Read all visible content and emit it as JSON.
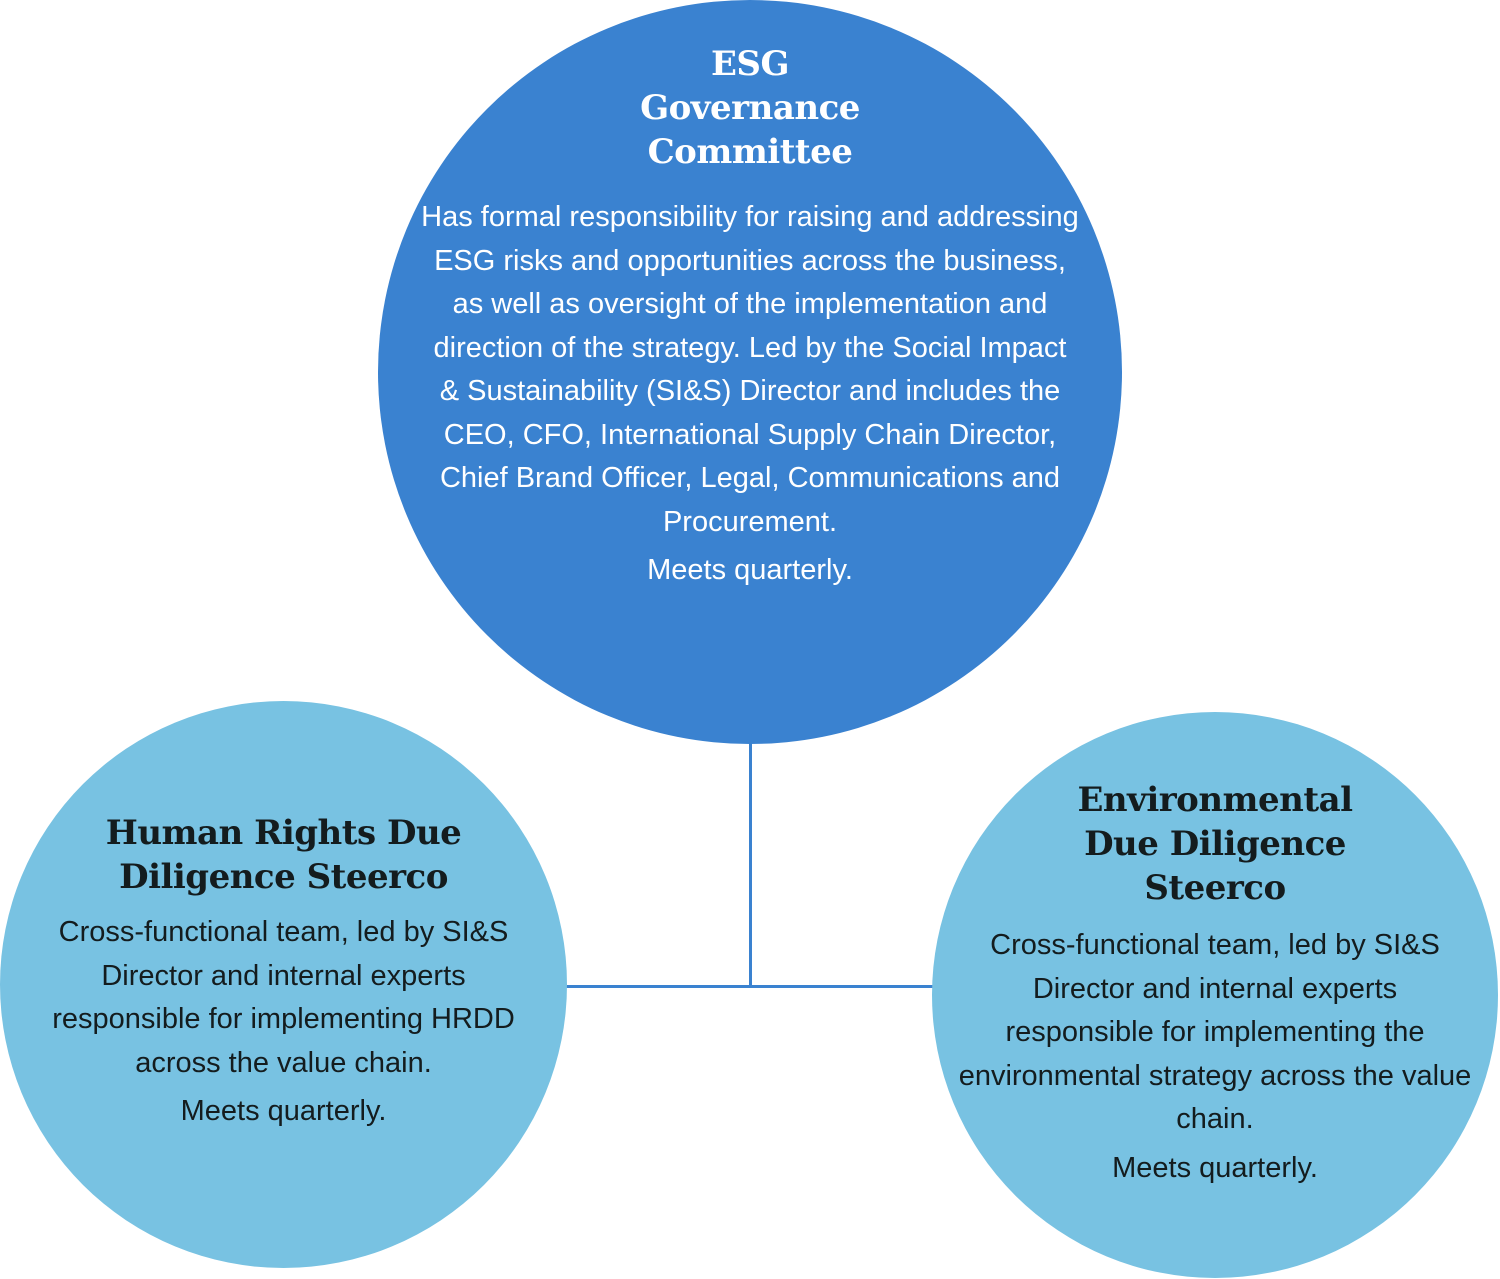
{
  "colors": {
    "primary": "#3a82d0",
    "secondary": "#78c2e2",
    "heading_dark": "#141c1e",
    "text_light": "#ffffff"
  },
  "nodes": {
    "top": {
      "title": "ESG Governance Committee",
      "title_lines": [
        "ESG",
        "Governance",
        "Committee"
      ],
      "description": "Has formal responsibility for raising and addressing ESG risks and opportunities across the business, as well as oversight of the implementation and direction of the strategy. Led by the Social Impact & Sustainability (SI&S) Director and includes the CEO, CFO, International Supply Chain Director, Chief Brand Officer, Legal, Communications and Procurement.",
      "meeting": "Meets quarterly."
    },
    "left": {
      "title": "Human Rights Due Diligence Steerco",
      "description": "Cross-functional team, led by SI&S Director and internal experts responsible for implementing HRDD across the value chain.",
      "meeting": "Meets quarterly."
    },
    "right": {
      "title": "Environmental Due Diligence Steerco",
      "title_lines": [
        "Environmental",
        "Due Diligence",
        "Steerco"
      ],
      "description": "Cross-functional team, led by SI&S Director and internal experts responsible for implementing the environmental strategy across the value chain.",
      "meeting": "Meets quarterly."
    }
  }
}
